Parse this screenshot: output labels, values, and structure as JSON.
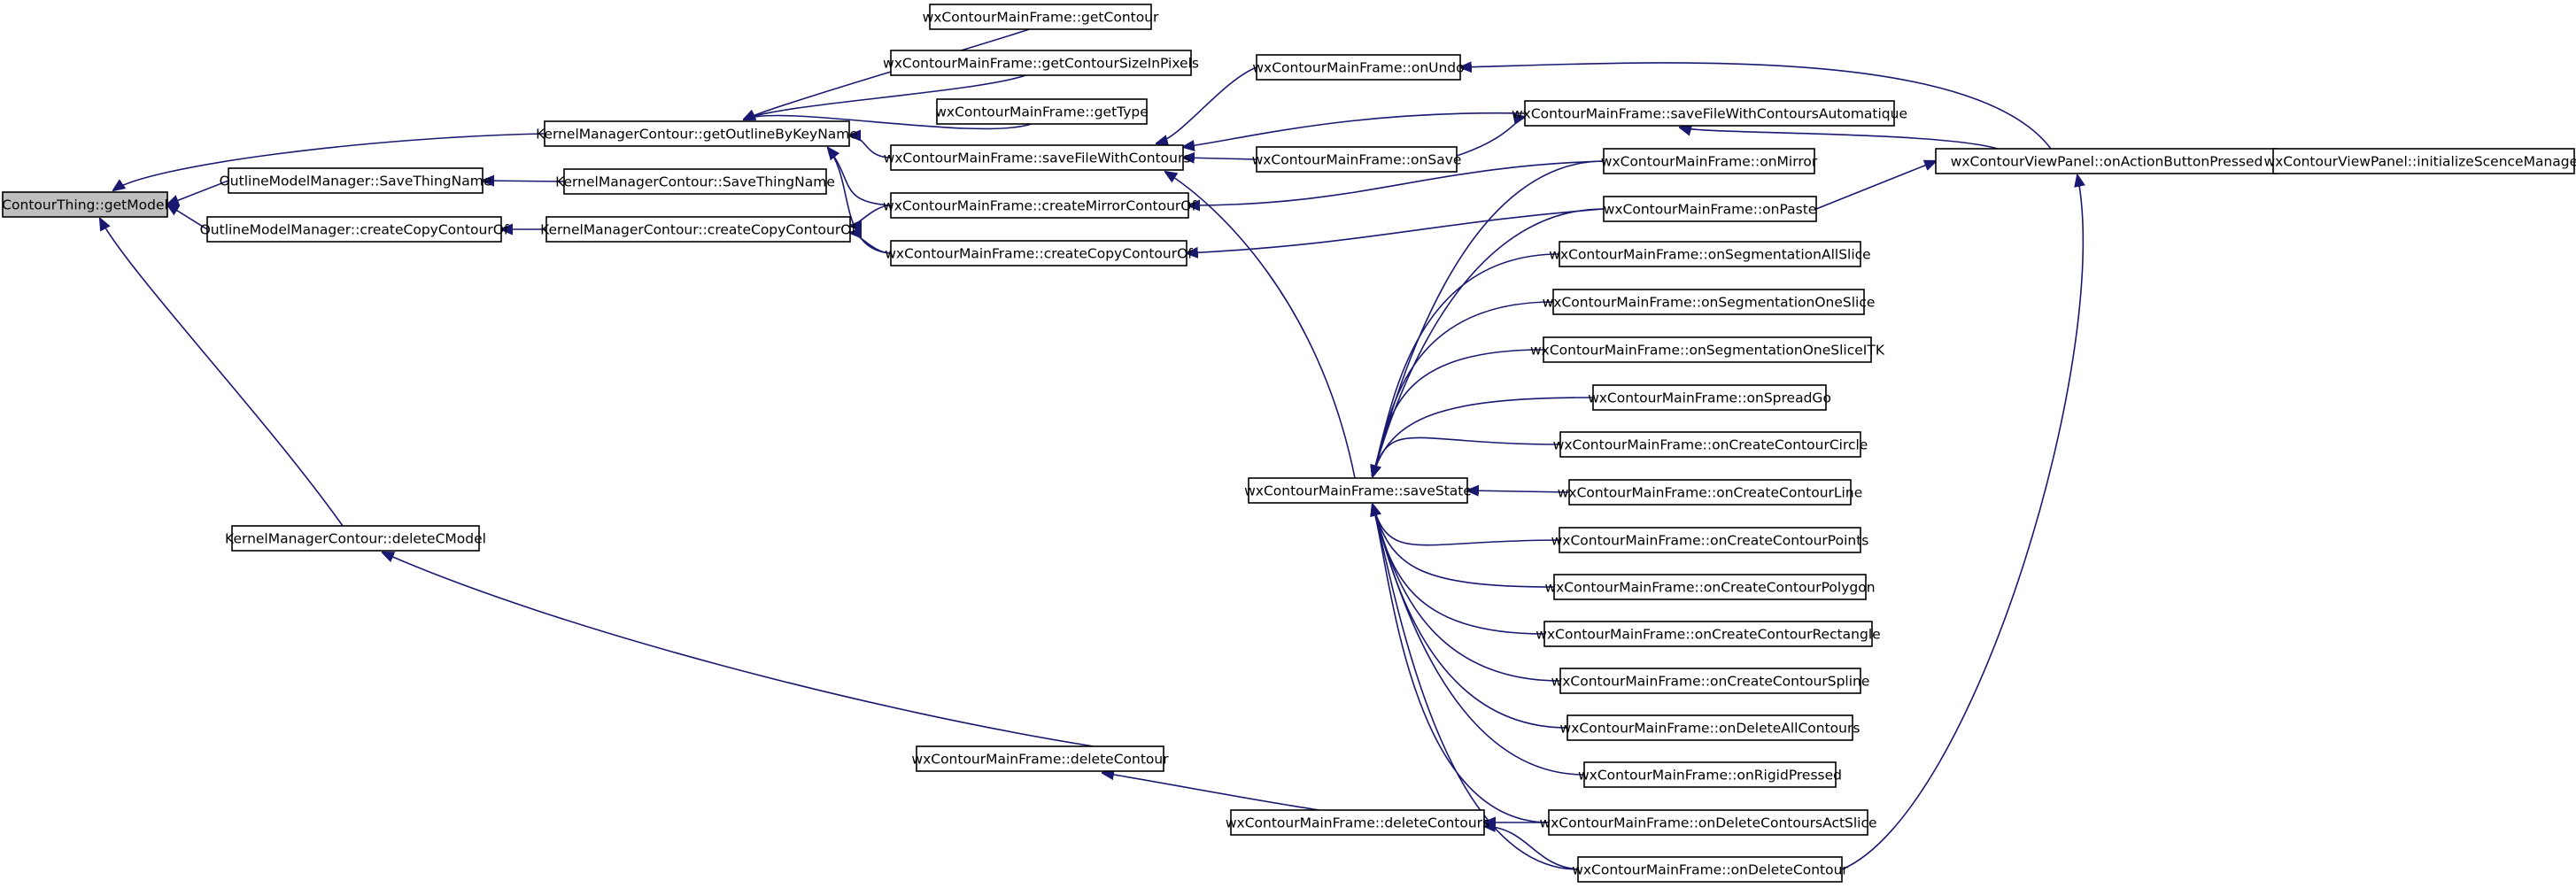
{
  "nodes": [
    {
      "id": "n0",
      "label": "ContourThing::getModel",
      "root": true
    },
    {
      "id": "n1",
      "label": "KernelManagerContour::getOutlineByKeyName"
    },
    {
      "id": "n2",
      "label": "OutlineModelManager::SaveThingName"
    },
    {
      "id": "n3",
      "label": "OutlineModelManager::createCopyContourOf"
    },
    {
      "id": "n4",
      "label": "KernelManagerContour::deleteCModel"
    },
    {
      "id": "n5",
      "label": "KernelManagerContour::SaveThingName"
    },
    {
      "id": "n6",
      "label": "KernelManagerContour::createCopyContourOf"
    },
    {
      "id": "n7",
      "label": "wxContourMainFrame::getContour"
    },
    {
      "id": "n8",
      "label": "wxContourMainFrame::getContourSizeInPixels"
    },
    {
      "id": "n9",
      "label": "wxContourMainFrame::getType"
    },
    {
      "id": "n10",
      "label": "wxContourMainFrame::saveFileWithContours"
    },
    {
      "id": "n11",
      "label": "wxContourMainFrame::createMirrorContourOf"
    },
    {
      "id": "n12",
      "label": "wxContourMainFrame::createCopyContourOf"
    },
    {
      "id": "n13",
      "label": "wxContourMainFrame::deleteContour"
    },
    {
      "id": "n14",
      "label": "wxContourMainFrame::onUndo"
    },
    {
      "id": "n15",
      "label": "wxContourMainFrame::onSave"
    },
    {
      "id": "n16",
      "label": "wxContourMainFrame::saveState"
    },
    {
      "id": "n17",
      "label": "wxContourMainFrame::deleteContours"
    },
    {
      "id": "n18",
      "label": "wxContourMainFrame::saveFileWithContoursAutomatique"
    },
    {
      "id": "n19",
      "label": "wxContourMainFrame::onMirror"
    },
    {
      "id": "n20",
      "label": "wxContourMainFrame::onPaste"
    },
    {
      "id": "n21",
      "label": "wxContourMainFrame::onSegmentationAllSlice"
    },
    {
      "id": "n22",
      "label": "wxContourMainFrame::onSegmentationOneSlice"
    },
    {
      "id": "n23",
      "label": "wxContourMainFrame::onSegmentationOneSliceITK"
    },
    {
      "id": "n24",
      "label": "wxContourMainFrame::onSpreadGo"
    },
    {
      "id": "n25",
      "label": "wxContourMainFrame::onCreateContourCircle"
    },
    {
      "id": "n26",
      "label": "wxContourMainFrame::onCreateContourLine"
    },
    {
      "id": "n27",
      "label": "wxContourMainFrame::onCreateContourPoints"
    },
    {
      "id": "n28",
      "label": "wxContourMainFrame::onCreateContourPolygon"
    },
    {
      "id": "n29",
      "label": "wxContourMainFrame::onCreateContourRectangle"
    },
    {
      "id": "n30",
      "label": "wxContourMainFrame::onCreateContourSpline"
    },
    {
      "id": "n31",
      "label": "wxContourMainFrame::onDeleteAllContours"
    },
    {
      "id": "n32",
      "label": "wxContourMainFrame::onRigidPressed"
    },
    {
      "id": "n33",
      "label": "wxContourMainFrame::onDeleteContoursActSlice"
    },
    {
      "id": "n34",
      "label": "wxContourMainFrame::onDeleteContour"
    },
    {
      "id": "n35",
      "label": "wxContourViewPanel::onActionButtonPressed"
    },
    {
      "id": "n36",
      "label": "wxContourViewPanel::initializeScenceManager"
    }
  ],
  "edges": [
    {
      "from": "n1",
      "to": "n0"
    },
    {
      "from": "n2",
      "to": "n0"
    },
    {
      "from": "n3",
      "to": "n0"
    },
    {
      "from": "n4",
      "to": "n0"
    },
    {
      "from": "n5",
      "to": "n2"
    },
    {
      "from": "n6",
      "to": "n3"
    },
    {
      "from": "n7",
      "to": "n1"
    },
    {
      "from": "n8",
      "to": "n1"
    },
    {
      "from": "n9",
      "to": "n1"
    },
    {
      "from": "n10",
      "to": "n1"
    },
    {
      "from": "n11",
      "to": "n1"
    },
    {
      "from": "n12",
      "to": "n1"
    },
    {
      "from": "n11",
      "to": "n6"
    },
    {
      "from": "n12",
      "to": "n6"
    },
    {
      "from": "n13",
      "to": "n4"
    },
    {
      "from": "n14",
      "to": "n10"
    },
    {
      "from": "n15",
      "to": "n10"
    },
    {
      "from": "n16",
      "to": "n10"
    },
    {
      "from": "n18",
      "to": "n10"
    },
    {
      "from": "n19",
      "to": "n11"
    },
    {
      "from": "n20",
      "to": "n12"
    },
    {
      "from": "n17",
      "to": "n13"
    },
    {
      "from": "n15",
      "to": "n18"
    },
    {
      "from": "n35",
      "to": "n14"
    },
    {
      "from": "n35",
      "to": "n18"
    },
    {
      "from": "n19",
      "to": "n16"
    },
    {
      "from": "n20",
      "to": "n16"
    },
    {
      "from": "n21",
      "to": "n16"
    },
    {
      "from": "n22",
      "to": "n16"
    },
    {
      "from": "n23",
      "to": "n16"
    },
    {
      "from": "n24",
      "to": "n16"
    },
    {
      "from": "n25",
      "to": "n16"
    },
    {
      "from": "n26",
      "to": "n16"
    },
    {
      "from": "n27",
      "to": "n16"
    },
    {
      "from": "n28",
      "to": "n16"
    },
    {
      "from": "n29",
      "to": "n16"
    },
    {
      "from": "n30",
      "to": "n16"
    },
    {
      "from": "n31",
      "to": "n16"
    },
    {
      "from": "n32",
      "to": "n16"
    },
    {
      "from": "n33",
      "to": "n16"
    },
    {
      "from": "n34",
      "to": "n16"
    },
    {
      "from": "n33",
      "to": "n17"
    },
    {
      "from": "n34",
      "to": "n17"
    },
    {
      "from": "n20",
      "to": "n35"
    },
    {
      "from": "n34",
      "to": "n35"
    },
    {
      "from": "n36",
      "to": "n35"
    }
  ],
  "colors": {
    "edge": "#191970",
    "root_fill": "#bfbfbf",
    "node_fill": "#ffffff",
    "border": "#000000"
  }
}
